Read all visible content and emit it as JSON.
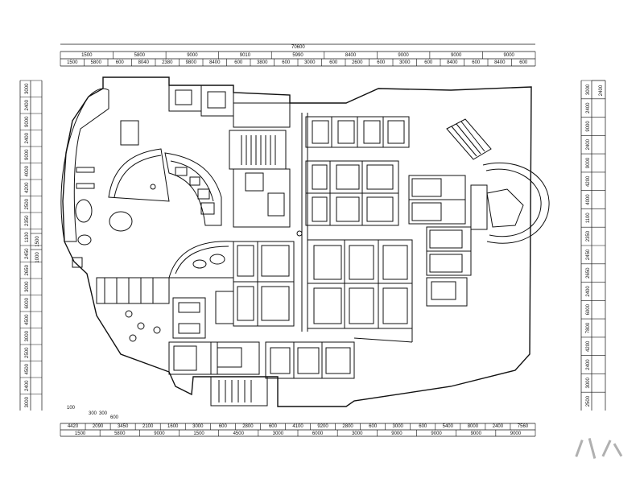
{
  "drawing": {
    "top_total": "70600",
    "bottom_extra": "100",
    "top_row1": [
      "1500",
      "5800",
      "9000",
      "9010",
      "5990",
      "8400",
      "9000",
      "9000",
      "9000"
    ],
    "top_row2": [
      "1500",
      "5800",
      "600",
      "8040",
      "2380",
      "9800",
      "8400",
      "600",
      "3800",
      "600",
      "3000",
      "600",
      "2600",
      "600",
      "3000",
      "600",
      "8400",
      "600",
      "8400",
      "600"
    ],
    "bottom_row1": [
      "4420",
      "2090",
      "3450",
      "2100",
      "1600",
      "3000",
      "600",
      "2800",
      "600",
      "4100",
      "9200",
      "2800",
      "600",
      "3000",
      "600",
      "5400",
      "8000",
      "2400",
      "7560"
    ],
    "bottom_row2": [
      "1500",
      "5800",
      "9000",
      "1500",
      "4500",
      "3000",
      "6000",
      "3000",
      "9000",
      "9000",
      "9000",
      "9000"
    ],
    "bottom_small": [
      "300",
      "300",
      "600"
    ],
    "left_outer": [
      "3000",
      "2400",
      "9000",
      "2400",
      "9000",
      "4000",
      "4200",
      "2500",
      "2350",
      "1100",
      "2450",
      "2650",
      "3000",
      "6000",
      "4500",
      "3000",
      "2500",
      "4500",
      "2400",
      "3000"
    ],
    "left_inner": [
      "1500",
      "1000"
    ],
    "right_outer": [
      "3000",
      "2400",
      "9000",
      "2400",
      "9000",
      "4200",
      "4000",
      "1100",
      "2350",
      "2450",
      "2650",
      "2400",
      "6000",
      "7800",
      "4200",
      "2400",
      "3000",
      "2500"
    ],
    "right_inner": [
      "2400"
    ]
  },
  "colors": {
    "line": "#111111",
    "background": "#ffffff",
    "watermark": "#b0b0b0"
  }
}
